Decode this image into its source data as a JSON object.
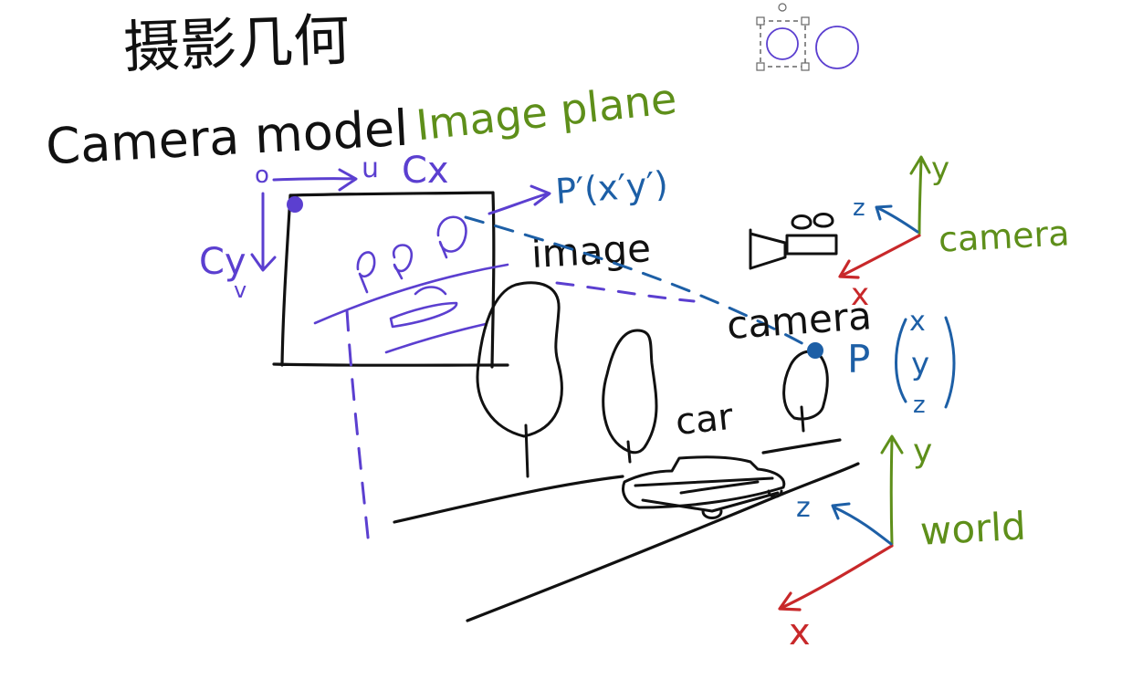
{
  "colors": {
    "black": "#111111",
    "purple": "#5b3fd0",
    "blue": "#1d5fa6",
    "green": "#5e8f1a",
    "red": "#c8282a",
    "selection": "#666666"
  },
  "title": "摄影几何",
  "heading": "Camera model",
  "image_plane_label": "Image plane",
  "image_frame": {
    "origin_label": "o",
    "u_label": "u",
    "cx_label": "Cx",
    "cy_label": "Cy",
    "v_label": "v",
    "projected_point_label": "P′(x′y′)",
    "image_label": "image"
  },
  "camera": {
    "label": "camera",
    "axes": {
      "x": "x",
      "y": "y",
      "z": "z"
    },
    "axes_label": "camera"
  },
  "scene": {
    "car_label": "car",
    "point_label": "P",
    "point_vector": [
      "x",
      "y",
      "z"
    ]
  },
  "world": {
    "axes": {
      "x": "x",
      "y": "y",
      "z": "z"
    },
    "axes_label": "world"
  },
  "selection_tool": {
    "icon": "circle-selection-icon"
  }
}
